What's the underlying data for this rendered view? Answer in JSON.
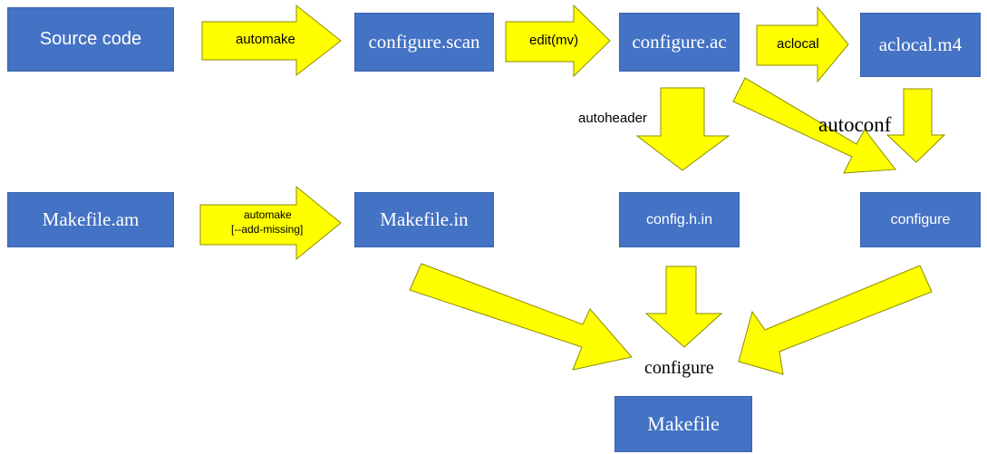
{
  "nodes": {
    "source_code": "Source code",
    "configure_scan": "configure.scan",
    "configure_ac": "configure.ac",
    "aclocal_m4": "aclocal.m4",
    "makefile_am": "Makefile.am",
    "makefile_in": "Makefile.in",
    "config_h_in": "config.h.in",
    "configure": "configure",
    "makefile": "Makefile"
  },
  "edges": {
    "automake": "automake",
    "edit_mv": "edit(mv)",
    "aclocal": "aclocal",
    "autoheader": "autoheader",
    "autoconf": "autoconf",
    "automake_add_missing_line1": "automake",
    "automake_add_missing_line2": "[--add-missing]",
    "configure_step": "configure"
  },
  "colors": {
    "box_fill": "#4472c4",
    "box_text": "#ffffff",
    "arrow_fill": "#ffff00",
    "arrow_stroke": "#8c8c00"
  }
}
